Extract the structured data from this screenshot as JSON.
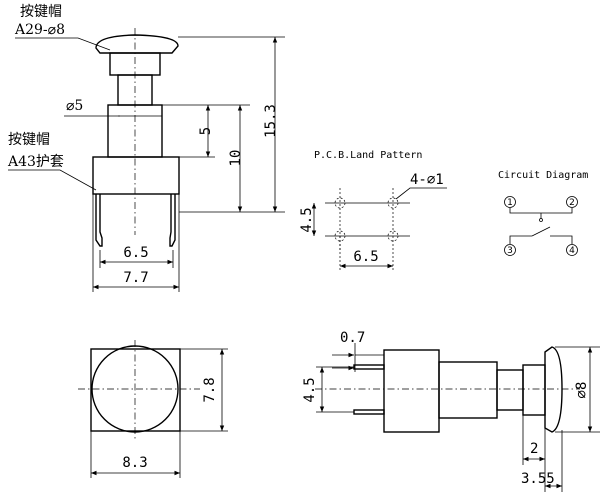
{
  "labels": {
    "cap_name": "按键帽",
    "cap_model": "A29-⌀8",
    "sleeve_name": "按键帽",
    "sleeve_model": "A43护套",
    "shaft_diameter": "⌀5"
  },
  "dimensions": {
    "dim_5": "5",
    "dim_10": "10",
    "dim_15_3": "15.3",
    "dim_6_5": "6.5",
    "dim_7_7": "7.7",
    "dim_7_8": "7.8",
    "dim_8_3": "8.3",
    "dim_0_7": "0.7",
    "dim_4_5_side": "4.5",
    "dim_d8": "⌀8",
    "dim_2": "2",
    "dim_3_55": "3.55"
  },
  "pcb": {
    "title": "P.C.B.Land Pattern",
    "holes": "4-⌀1",
    "pitch_v": "4.5",
    "pitch_h": "6.5"
  },
  "circuit": {
    "title": "Circuit Diagram",
    "pin1": "1",
    "pin2": "2",
    "pin3": "3",
    "pin4": "4"
  }
}
